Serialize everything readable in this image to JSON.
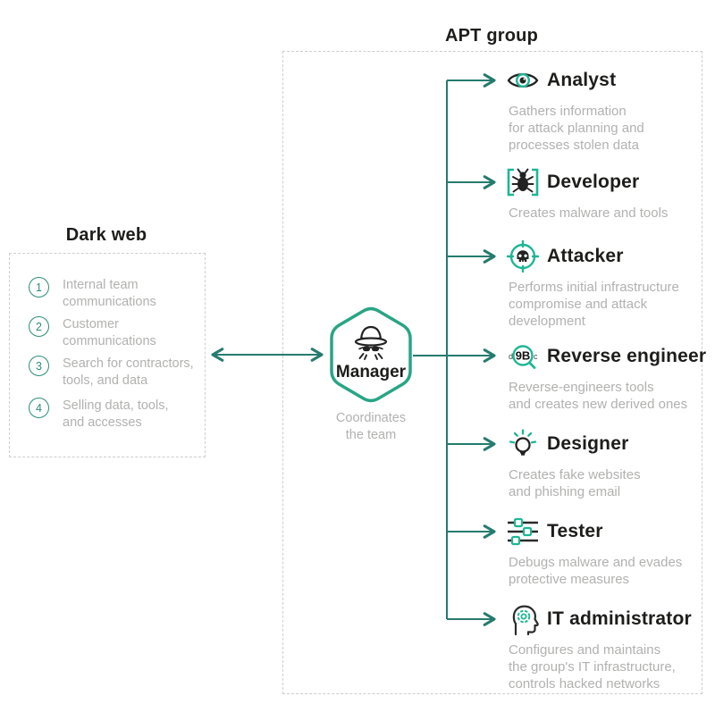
{
  "titles": {
    "dark_web": "Dark web",
    "apt_group": "APT group"
  },
  "dark_web": {
    "items": [
      {
        "num": "1",
        "text": "Internal team\ncommunications"
      },
      {
        "num": "2",
        "text": "Customer\ncommunications"
      },
      {
        "num": "3",
        "text": "Search for contractors,\ntools, and data"
      },
      {
        "num": "4",
        "text": "Selling data, tools,\nand accesses"
      }
    ]
  },
  "manager": {
    "label": "Manager",
    "caption": "Coordinates\nthe team",
    "icon": "spy-icon"
  },
  "roles": [
    {
      "name": "Analyst",
      "icon": "eye-icon",
      "desc": "Gathers information\nfor attack planning and\nprocesses stolen data"
    },
    {
      "name": "Developer",
      "icon": "bug-brackets-icon",
      "desc": "Creates malware and tools"
    },
    {
      "name": "Attacker",
      "icon": "skull-crosshair-icon",
      "desc": "Performs initial infrastructure\ncompromise and attack\ndevelopment"
    },
    {
      "name": "Reverse engineer",
      "icon": "hex-magnifier-icon",
      "desc": "Reverse-engineers tools\nand creates new derived ones"
    },
    {
      "name": "Designer",
      "icon": "lightbulb-icon",
      "desc": "Creates fake websites\nand phishing email"
    },
    {
      "name": "Tester",
      "icon": "sliders-icon",
      "desc": "Debugs malware and evades\nprotective measures"
    },
    {
      "name": "IT administrator",
      "icon": "head-gear-icon",
      "desc": "Configures and maintains\nthe group's IT infrastructure,\ncontrols hacked networks"
    }
  ],
  "reverse_icon": {
    "left": "d",
    "center": "9B",
    "right": "c"
  },
  "colors": {
    "line": "#257b6e",
    "accent": "#1db695",
    "hex_border": "#28a585",
    "text_dark": "#1d1d1b",
    "text_gray": "#b1b1b0",
    "box_border": "#cdcdcd"
  }
}
